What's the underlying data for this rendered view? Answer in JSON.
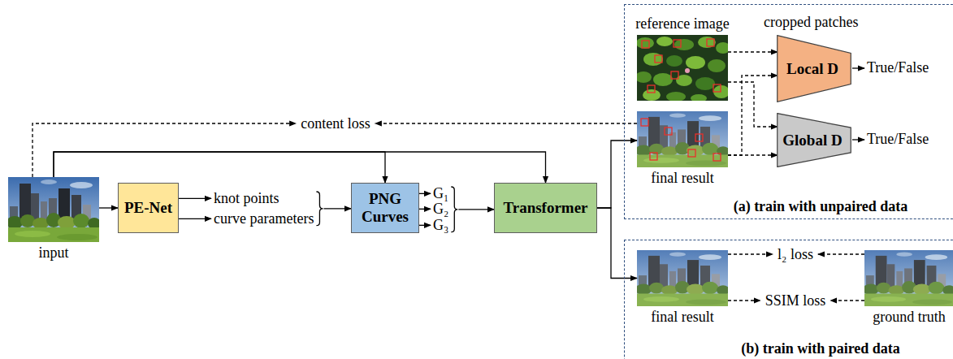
{
  "diagram": {
    "nodes": [
      {
        "text": [
          "input"
        ]
      },
      {
        "text": [
          "PE-Net"
        ]
      },
      {
        "text": [
          "PNG Curves"
        ]
      },
      {
        "text": [
          "Transformer"
        ]
      },
      {
        "text": [
          "(a) train with unpaired data"
        ]
      },
      {
        "text": [
          "reference image"
        ],
        "in": 4
      },
      {
        "text": [
          "final result"
        ],
        "in": 4
      },
      {
        "text": [
          "Local D"
        ],
        "in": 4
      },
      {
        "text": [
          "Global D"
        ],
        "in": 4
      },
      {
        "text": [
          "(b) train with paired data"
        ]
      },
      {
        "text": [
          "final result"
        ],
        "in": 9
      },
      {
        "text": [
          "ground truth"
        ],
        "in": 9
      }
    ],
    "edges": [
      {
        "from": 0,
        "to": 1,
        "arrow": "to"
      },
      {
        "from": 0,
        "to": 2,
        "arrow": "to"
      },
      {
        "from": 0,
        "to": 3,
        "arrow": "to"
      },
      {
        "from": 1,
        "to": 2,
        "arrow": "to"
      },
      {
        "from": 2,
        "to": 3,
        "arrow": "to"
      },
      {
        "from": 3,
        "to": 6,
        "arrow": "to"
      },
      {
        "from": 3,
        "to": 10,
        "arrow": "to"
      },
      {
        "from": 0,
        "to": 6,
        "label": "content loss",
        "arrow": "none"
      },
      {
        "from": 5,
        "to": 7,
        "arrow": "to"
      },
      {
        "from": 5,
        "to": 8,
        "arrow": "to"
      },
      {
        "from": 6,
        "to": 7,
        "arrow": "to"
      },
      {
        "from": 6,
        "to": 8,
        "arrow": "to"
      },
      {
        "from": 10,
        "to": 11,
        "label": "l₂ loss",
        "arrow": "none"
      },
      {
        "from": 10,
        "to": 11,
        "label": "SSIM loss",
        "arrow": "none"
      }
    ],
    "labels": [
      "knot points",
      "curve parameters",
      "G₁",
      "G₂",
      "G₃",
      "cropped patches",
      "True/False",
      "True/False"
    ]
  }
}
